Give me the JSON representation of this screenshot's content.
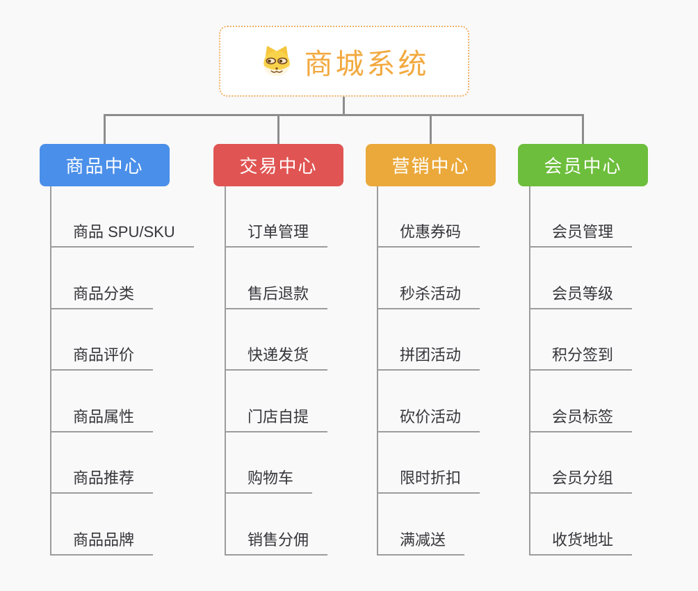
{
  "root": {
    "label": "商城系统",
    "icon": "doge-dog-face-icon",
    "accent_color": "#f2a93f",
    "border_color": "#f0b066"
  },
  "diagram": {
    "type": "mindmap-org-tree",
    "background_color": "#f9f9f9",
    "connector_color": "#8d8d8d",
    "child_line_color": "#9c9c9c",
    "child_text_color": "#35353b"
  },
  "branches": [
    {
      "label": "商品中心",
      "color": "#4a8fe9",
      "items": [
        "商品 SPU/SKU",
        "商品分类",
        "商品评价",
        "商品属性",
        "商品推荐",
        "商品品牌"
      ]
    },
    {
      "label": "交易中心",
      "color": "#e05553",
      "items": [
        "订单管理",
        "售后退款",
        "快递发货",
        "门店自提",
        "购物车",
        "销售分佣"
      ]
    },
    {
      "label": "营销中心",
      "color": "#eba93b",
      "items": [
        "优惠券码",
        "秒杀活动",
        "拼团活动",
        "砍价活动",
        "限时折扣",
        "满减送"
      ]
    },
    {
      "label": "会员中心",
      "color": "#6dbe3c",
      "items": [
        "会员管理",
        "会员等级",
        "积分签到",
        "会员标签",
        "会员分组",
        "收货地址"
      ]
    }
  ]
}
